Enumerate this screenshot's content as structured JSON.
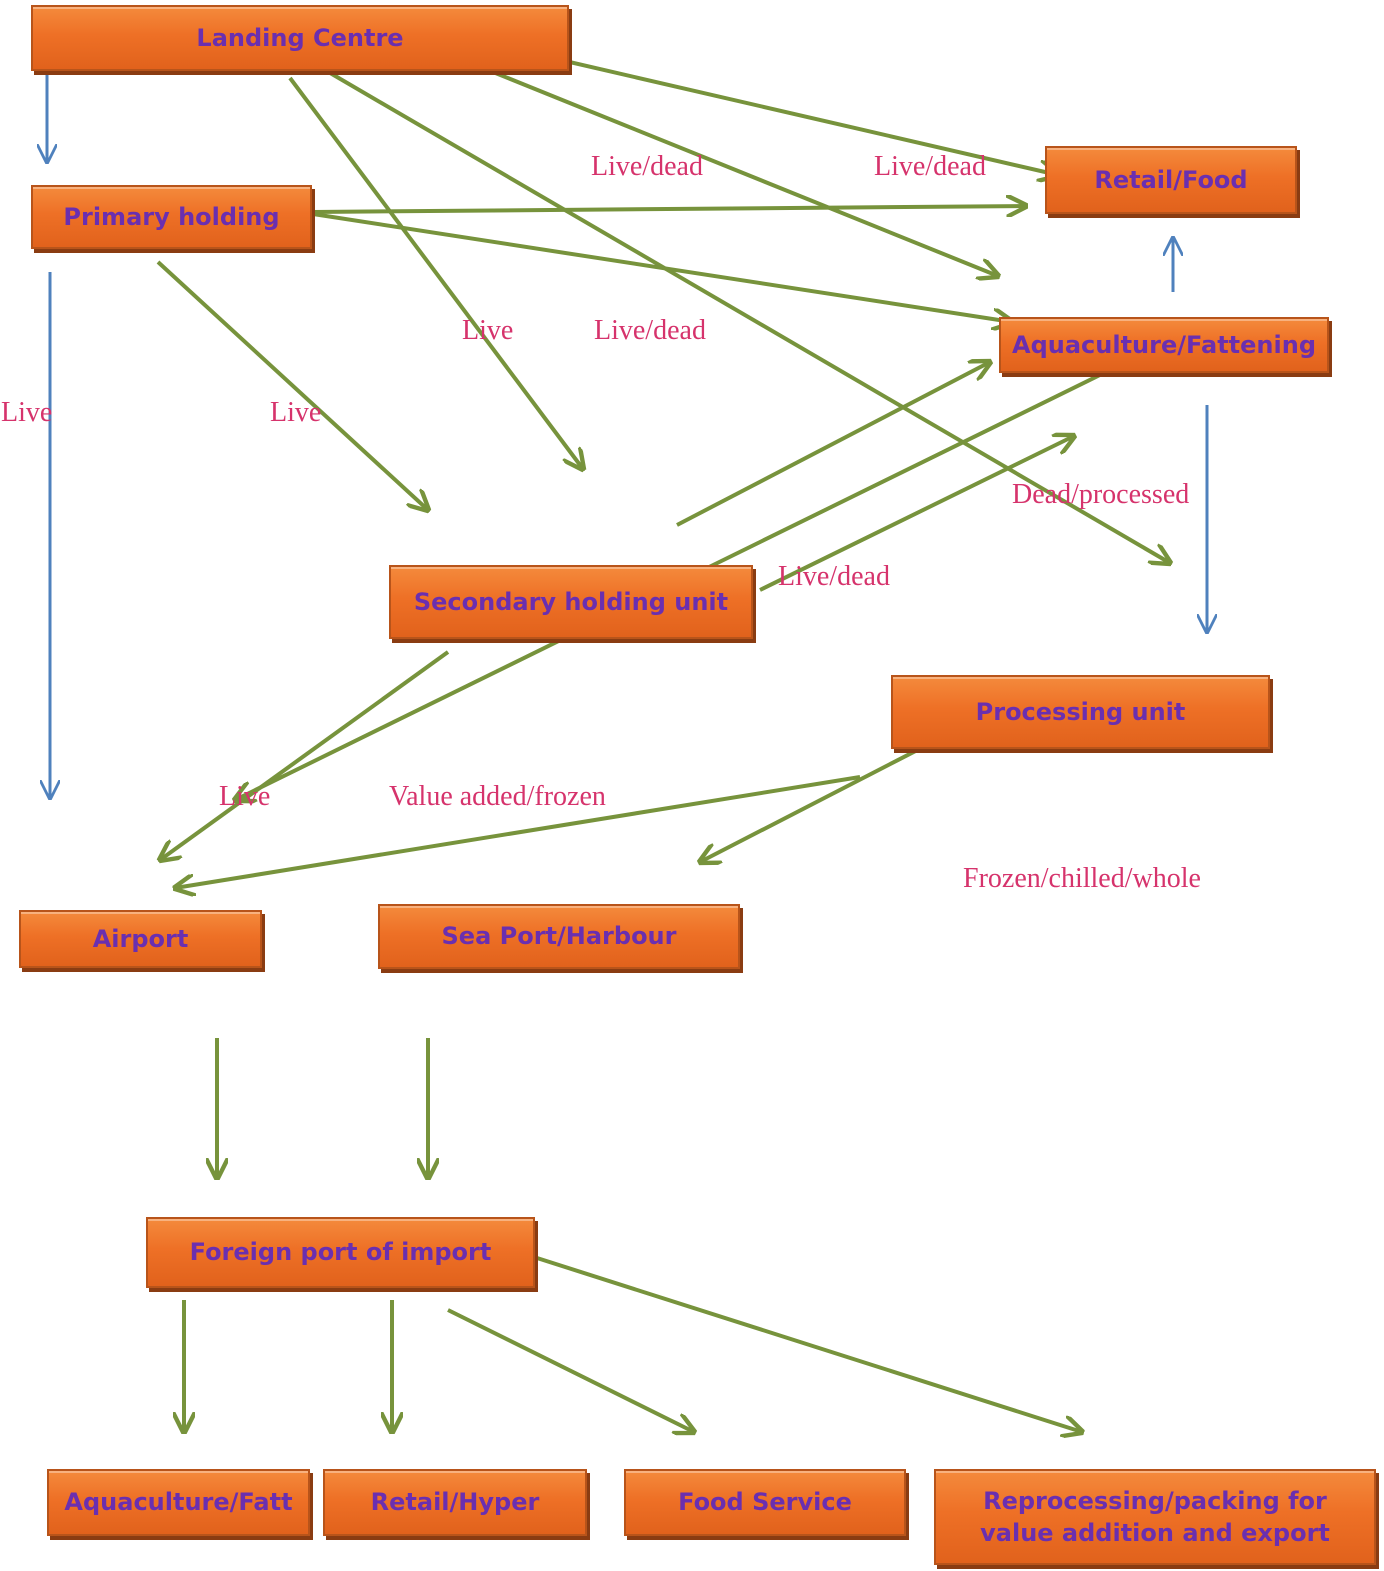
{
  "nodes": {
    "landing_centre": "Landing Centre",
    "primary_holding": "Primary holding",
    "retail_food": "Retail/Food",
    "aquaculture_fattening": "Aquaculture/Fattening",
    "secondary_holding": "Secondary holding unit",
    "processing_unit": "Processing unit",
    "airport": "Airport",
    "sea_port": "Sea Port/Harbour",
    "foreign_port": "Foreign port of import",
    "aquaculture_fatt": "Aquaculture/Fatt",
    "retail_hyper": "Retail/Hyper",
    "food_service": "Food Service",
    "reprocessing": "Reprocessing/packing for value addition and export"
  },
  "edge_labels": {
    "live_dead_1": "Live/dead",
    "live_dead_2": "Live/dead",
    "live_1": "Live",
    "live_dead_3": "Live/dead",
    "live_2": "Live",
    "live_3": "Live",
    "dead_processed": "Dead/processed",
    "live_dead_4": "Live/dead",
    "live_4": "Live",
    "value_added_frozen": "Value added/frozen",
    "frozen_chilled_whole": "Frozen/chilled/whole"
  },
  "colors": {
    "box_fill": "#ee7026",
    "box_text": "#6a2fb0",
    "green_arrow": "#77933c",
    "blue_arrow": "#4f81bd",
    "label_text": "#d6336c"
  }
}
